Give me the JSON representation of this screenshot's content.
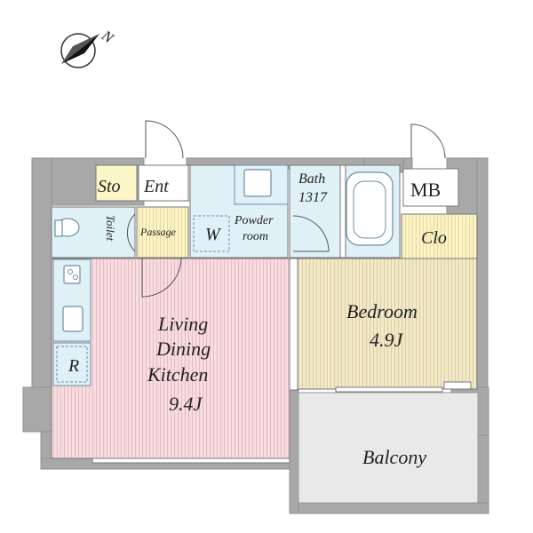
{
  "compass": {
    "label": "N"
  },
  "rooms": {
    "storage": {
      "label": "Sto"
    },
    "entrance": {
      "label": "Ent"
    },
    "toilet": {
      "label": "Toilet"
    },
    "passage": {
      "label": "Passage"
    },
    "washer": {
      "label": "W"
    },
    "powder_room": {
      "line1": "Powder",
      "line2": "room"
    },
    "bath": {
      "line1": "Bath",
      "line2": "1317"
    },
    "meter_box": {
      "label": "MB"
    },
    "closet": {
      "label": "Clo"
    },
    "refrigerator": {
      "label": "R"
    },
    "ldk": {
      "line1": "Living",
      "line2": "Dining",
      "line3": "Kitchen",
      "line4": "9.4J"
    },
    "bedroom": {
      "line1": "Bedroom",
      "line2": "4.9J"
    },
    "balcony": {
      "label": "Balcony"
    }
  },
  "colors": {
    "wall": "#a8a8a8",
    "ldk_floor": "#f7dce0",
    "bedroom_floor": "#f2e9c9",
    "wet_area": "#dff1f6",
    "storage": "#fbf6c8",
    "balcony": "#e9e9e9",
    "fixture_stroke": "#6d8da6"
  }
}
